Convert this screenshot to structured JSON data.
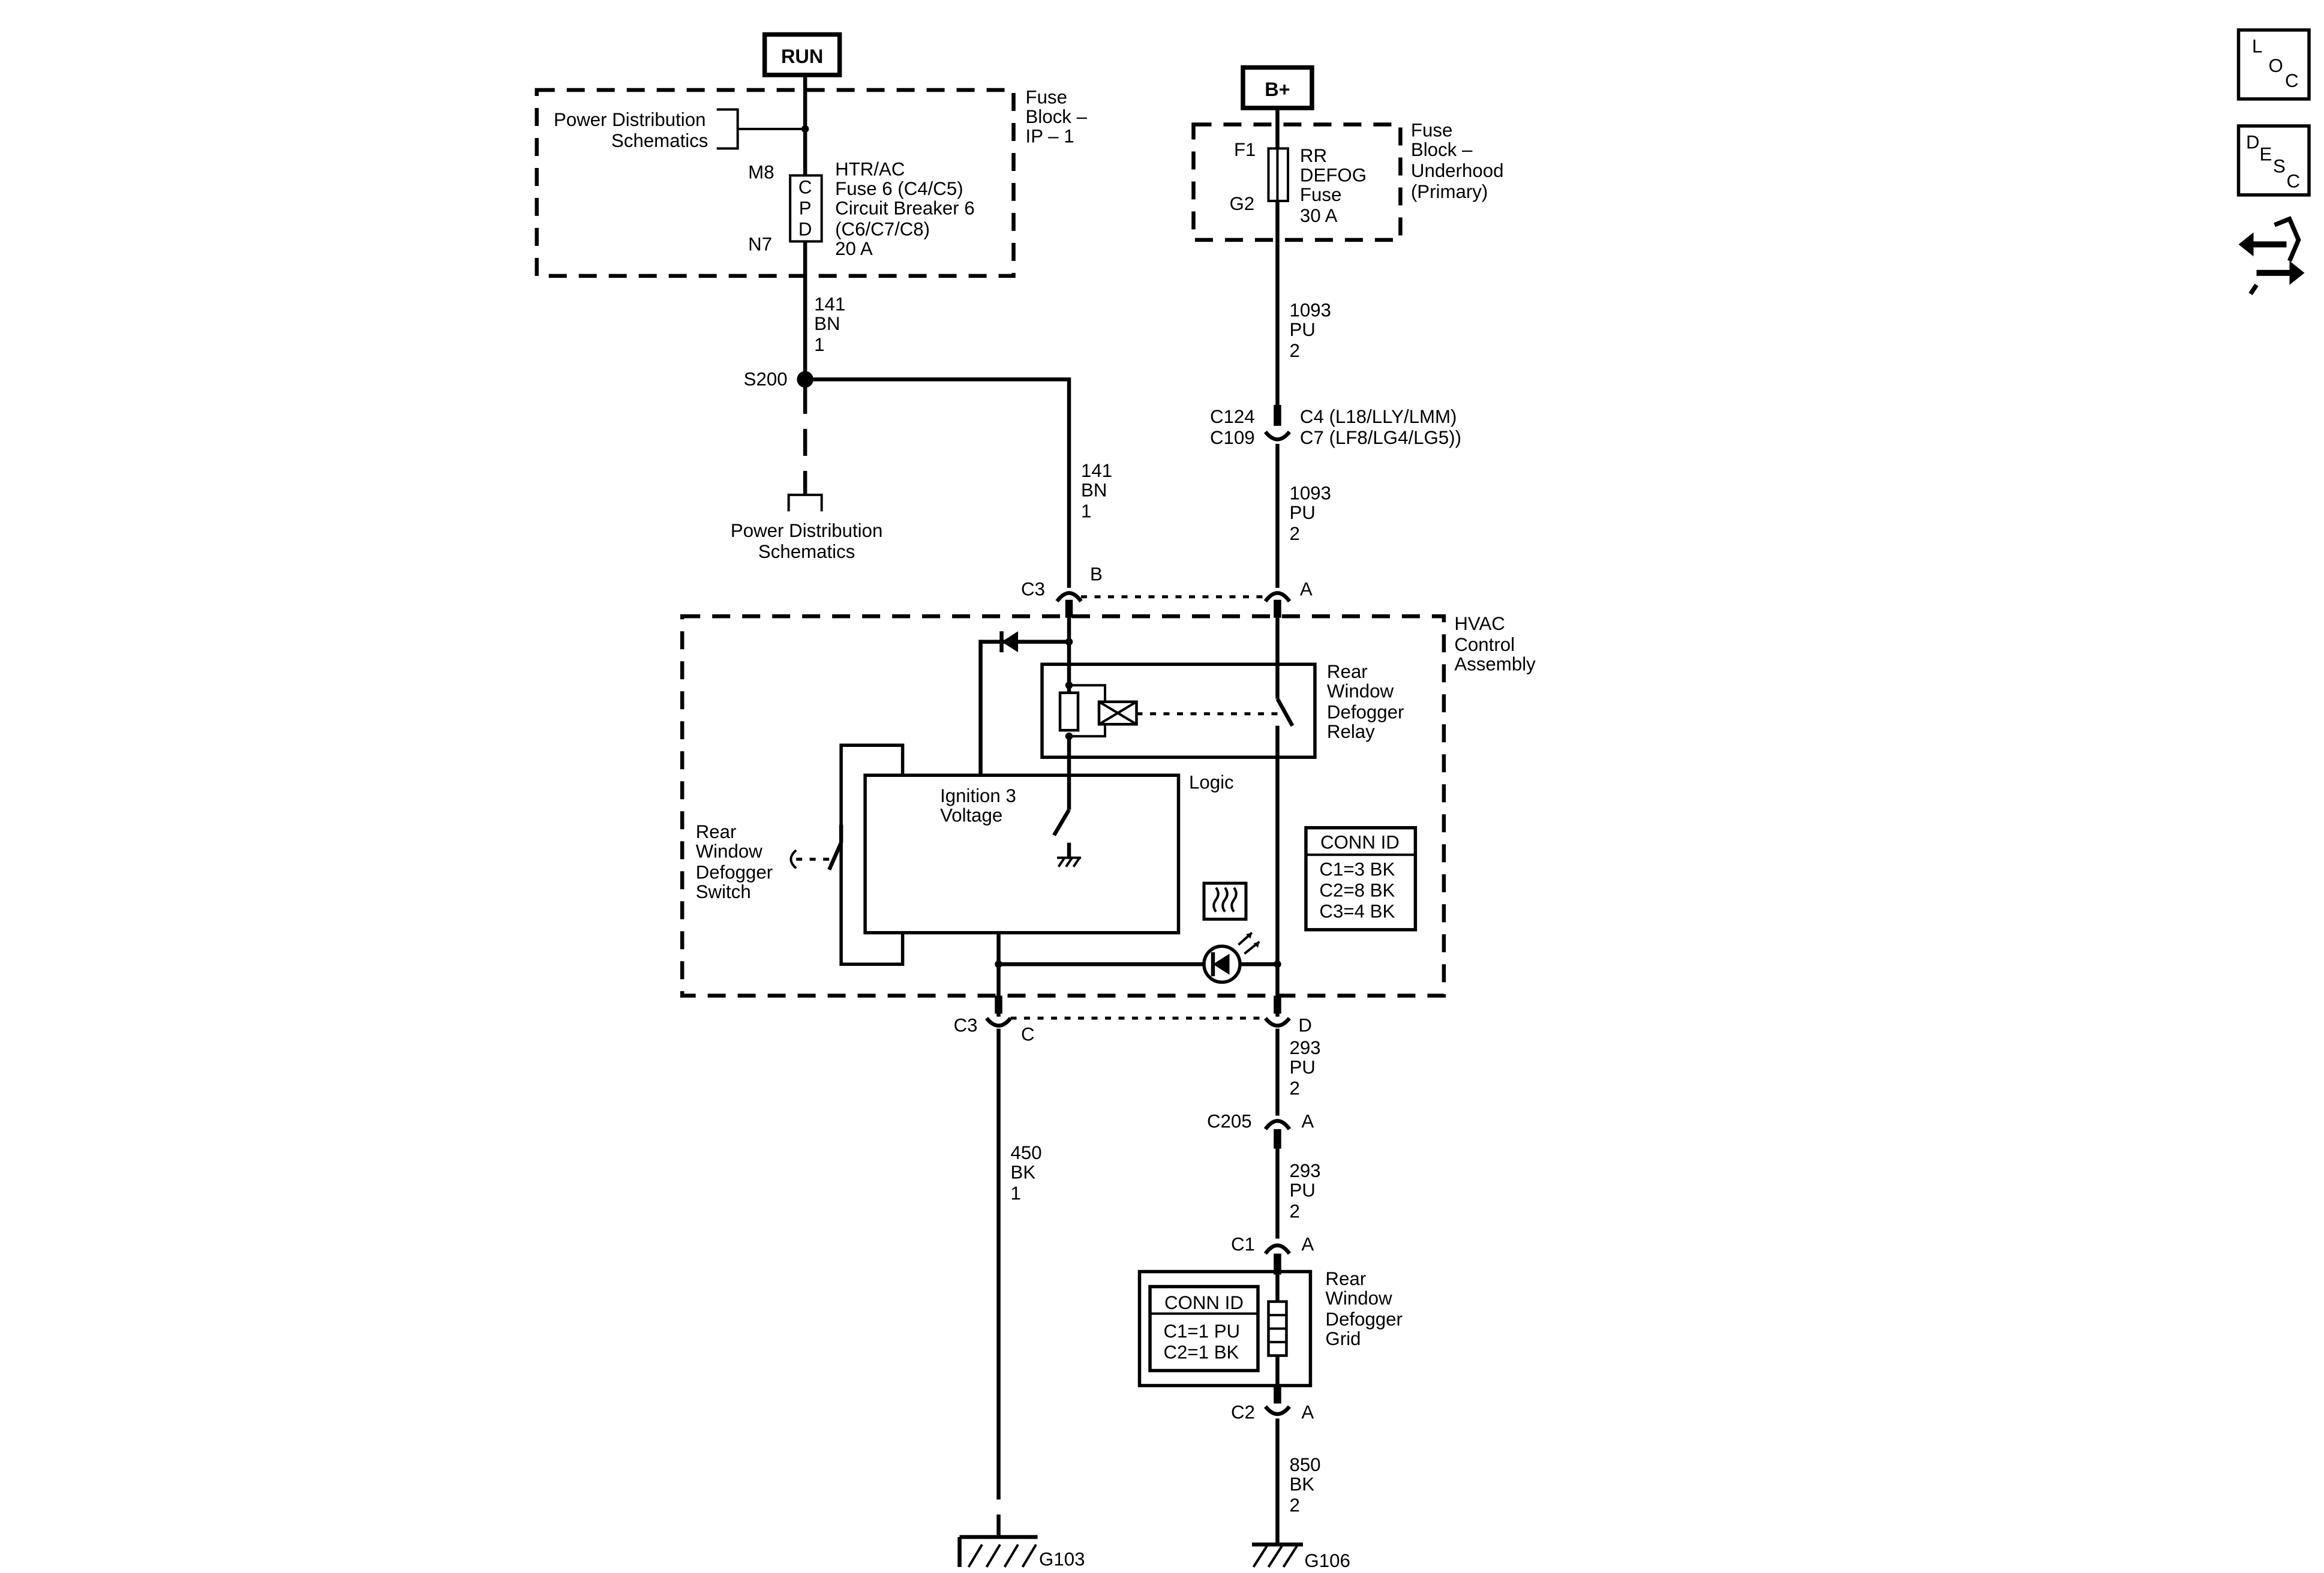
{
  "power": {
    "run": "RUN",
    "bplus": "B+"
  },
  "ip_fuse_block": {
    "pds_top": [
      "Power Distribution",
      "Schematics"
    ],
    "name": [
      "Fuse",
      "Block –",
      "IP – 1"
    ],
    "pin_top": "M8",
    "pin_bottom": "N7",
    "letters": [
      "C",
      "P",
      "D"
    ],
    "fuse_desc": [
      "HTR/AC",
      "Fuse 6 (C4/C5)",
      "Circuit Breaker 6",
      "(C6/C7/C8)",
      "20 A"
    ]
  },
  "uh_fuse_block": {
    "pin_top": "F1",
    "pin_bottom": "G2",
    "fuse_desc": [
      "RR",
      "DEFOG",
      "Fuse",
      "30 A"
    ],
    "name": [
      "Fuse",
      "Block –",
      "Underhood",
      "(Primary)"
    ]
  },
  "wires": {
    "w141_top": [
      "141",
      "BN",
      "1"
    ],
    "w141_right": [
      "141",
      "BN",
      "1"
    ],
    "w1093_top": [
      "1093",
      "PU",
      "2"
    ],
    "w1093_bottom": [
      "1093",
      "PU",
      "2"
    ],
    "w293_top": [
      "293",
      "PU",
      "2"
    ],
    "w293_mid": [
      "293",
      "PU",
      "2"
    ],
    "w450": [
      "450",
      "BK",
      "1"
    ],
    "w850": [
      "850",
      "BK",
      "2"
    ]
  },
  "splice": "S200",
  "pds_bottom": [
    "Power Distribution",
    "Schematics"
  ],
  "connectors": {
    "c124": "C124",
    "c109": "C109",
    "c4_note": "C4 (L18/LLY/LMM)",
    "c7_note": "C7 (LF8/LG4/LG5))",
    "c3_top": "C3",
    "c3_top_b": "B",
    "c3_top_a": "A",
    "c3_bottom": "C3",
    "c3_bottom_c": "C",
    "c3_bottom_d": "D",
    "c205": "C205",
    "c205_a": "A",
    "c1": "C1",
    "c1_a": "A",
    "c2": "C2",
    "c2_a": "A"
  },
  "hvac": {
    "name": [
      "HVAC",
      "Control",
      "Assembly"
    ],
    "relay": [
      "Rear",
      "Window",
      "Defogger",
      "Relay"
    ],
    "logic": "Logic",
    "ignition": [
      "Ignition 3",
      "Voltage"
    ],
    "switch": [
      "Rear",
      "Window",
      "Defogger",
      "Switch"
    ],
    "conn_id_title": "CONN ID",
    "conn_id_rows": [
      "C1=3 BK",
      "C2=8 BK",
      "C3=4 BK"
    ]
  },
  "grid": {
    "name": [
      "Rear",
      "Window",
      "Defogger",
      "Grid"
    ],
    "conn_id_title": "CONN ID",
    "conn_id_rows": [
      "C1=1 PU",
      "C2=1 BK"
    ]
  },
  "grounds": {
    "g103": "G103",
    "g106": "G106"
  },
  "side_icons": {
    "loc": [
      "L",
      "O",
      "C"
    ],
    "desc": [
      "D",
      "E",
      "S",
      "C"
    ]
  }
}
